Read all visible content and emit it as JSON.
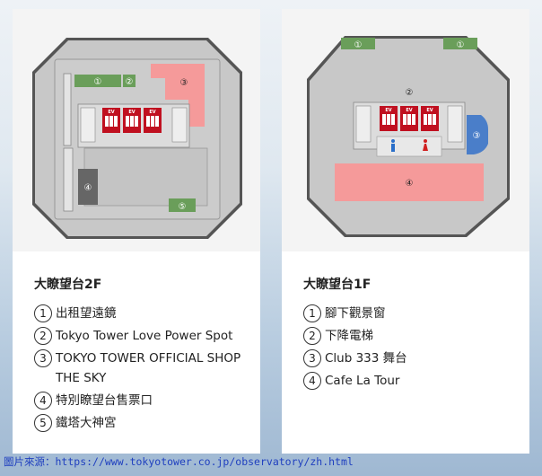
{
  "left_panel": {
    "title": "大瞭望台2F",
    "items": [
      {
        "num": "1",
        "label": "出租望遠鏡"
      },
      {
        "num": "2",
        "label": "Tokyo Tower Love Power Spot"
      },
      {
        "num": "3",
        "label": "TOKYO TOWER OFFICIAL SHOP THE SKY"
      },
      {
        "num": "4",
        "label": "特別瞭望台售票口"
      },
      {
        "num": "5",
        "label": "鐵塔大神宮"
      }
    ],
    "map_markers": [
      "①",
      "②",
      "③",
      "④",
      "⑤"
    ]
  },
  "right_panel": {
    "title": "大瞭望台1F",
    "items": [
      {
        "num": "1",
        "label": "腳下觀景窗"
      },
      {
        "num": "2",
        "label": "下降電梯"
      },
      {
        "num": "3",
        "label": "Club 333 舞台"
      },
      {
        "num": "4",
        "label": "Cafe La Tour"
      }
    ],
    "map_markers": [
      "①",
      "①",
      "②",
      "③",
      "④"
    ]
  },
  "elevator_label": "EV",
  "source": {
    "prefix": "圖片來源：",
    "url": "https://www.tokyotower.co.jp/observatory/zh.html"
  },
  "colors": {
    "floor": "#c8c8c8",
    "wall": "#555555",
    "green": "#6a9e5a",
    "pink": "#f59a9a",
    "blue": "#4a7ec9",
    "elevator_red": "#c01020",
    "dark": "#666666"
  }
}
